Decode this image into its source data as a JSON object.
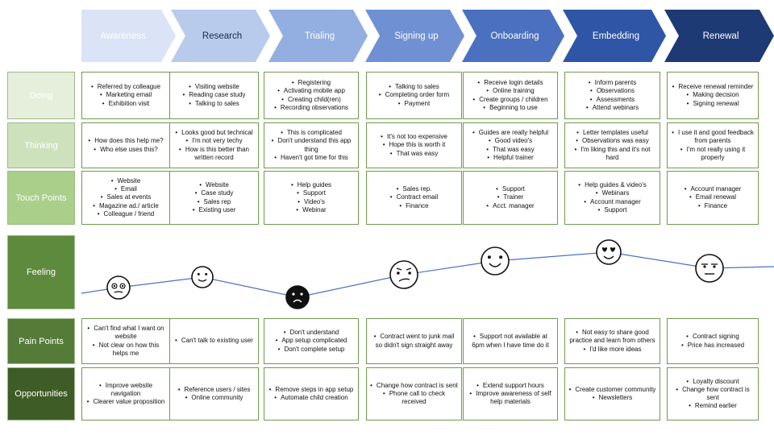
{
  "stages": [
    {
      "label": "Awareness",
      "fill": "#dbe4f6",
      "text_color": "#ffffff"
    },
    {
      "label": "Research",
      "fill": "#b8cbec",
      "text_color": "#1a2a4a"
    },
    {
      "label": "Trialing",
      "fill": "#93aee0",
      "text_color": "#ffffff"
    },
    {
      "label": "Signing up",
      "fill": "#6f91d3",
      "text_color": "#ffffff"
    },
    {
      "label": "Onboarding",
      "fill": "#4a70bf",
      "text_color": "#ffffff"
    },
    {
      "label": "Embedding",
      "fill": "#2f56a6",
      "text_color": "#ffffff"
    },
    {
      "label": "Renewal",
      "fill": "#1e3a75",
      "text_color": "#ffffff"
    }
  ],
  "rows": [
    {
      "label": "Doing",
      "fill": "#e5efdc",
      "text_color": "#ffffff"
    },
    {
      "label": "Thinking",
      "fill": "#cde2bc",
      "text_color": "#ffffff"
    },
    {
      "label": "Touch Points",
      "fill": "#a9cf8b",
      "text_color": "#ffffff"
    },
    {
      "label": "Feeling",
      "fill": "#5d8a3c",
      "text_color": "#ffffff"
    },
    {
      "label": "Pain Points",
      "fill": "#547c38",
      "text_color": "#ffffff"
    },
    {
      "label": "Opportunities",
      "fill": "#3d5c26",
      "text_color": "#ffffff"
    }
  ],
  "cells": {
    "doing": [
      [
        "Referred by colleague",
        "Marketing email",
        "Exhibition visit"
      ],
      [
        "Visiting website",
        "Reading case study",
        "Talking to sales"
      ],
      [
        "Registering",
        "Activating mobile app",
        "Creating child(ren)",
        "Recording observations"
      ],
      [
        "Talking to sales",
        "Completing order form",
        "Payment"
      ],
      [
        "Receive login details",
        "Online training",
        "Create groups / children",
        "Beginning to use"
      ],
      [
        "Inform parents",
        "Observations",
        "Assessments",
        "Attend webinars"
      ],
      [
        "Receive renewal reminder",
        "Making decision",
        "Signing renewal"
      ]
    ],
    "thinking": [
      [
        "How does this help me?",
        "Who else uses this?"
      ],
      [
        "Looks good but technical",
        "I'm not very techy",
        "How is this better than written record"
      ],
      [
        "This is complicated",
        "Don't understand this app thing",
        "Haven't got time for this"
      ],
      [
        "It's not too expensive",
        "Hope this is worth it",
        "That was easy"
      ],
      [
        "Guides are really helpful",
        "Good video's",
        "That was easy",
        "Helpful trainer"
      ],
      [
        "Letter templates useful",
        "Observations was easy",
        "I'm liking this and it's not hard"
      ],
      [
        "I use it and good feedback from parents",
        "I'm not really using it properly"
      ]
    ],
    "touch_points": [
      [
        "Website",
        "Email",
        "Sales at events",
        "Magazine ad./ article",
        "Colleague / friend"
      ],
      [
        "Website",
        "Case study",
        "Sales rep",
        "Existing user"
      ],
      [
        "Help guides",
        "Support",
        "Video's",
        "Webinar"
      ],
      [
        "Sales rep.",
        "Contract email",
        "Finance"
      ],
      [
        "Support",
        "Trainer",
        "Acct. manager"
      ],
      [
        "Help guides & video's",
        "Webinars",
        "Account manager",
        "Support"
      ],
      [
        "Account manager",
        "Email renewal",
        "Finance"
      ]
    ],
    "pain_points": [
      [
        "Can't find what I want on website",
        "Not clear on how this helps me"
      ],
      [
        "Can't talk to existing user"
      ],
      [
        "Don't understand",
        "App setup complicated",
        "Don't complete setup"
      ],
      [
        "Contract went to junk mail so didn't sign straight away"
      ],
      [
        "Support not available at 6pm when I have time do it"
      ],
      [
        "Not easy to share good practice and learn from others",
        "I'd like more ideas"
      ],
      [
        "Contract signing",
        "Price has increased"
      ]
    ],
    "opportunities": [
      [
        "Improve website navigation",
        "Clearer value proposition"
      ],
      [
        "Reference users / sites",
        "Online community"
      ],
      [
        "Remove steps in app setup",
        "Automate child creation"
      ],
      [
        "Change how contract is sent",
        "Phone call to check received"
      ],
      [
        "Extend support hours",
        "Improve awareness of self help materials"
      ],
      [
        "Create customer community",
        "Newsletters"
      ],
      [
        "Loyalty discount",
        "Change how contract is sent",
        "Remind earlier"
      ]
    ]
  },
  "feeling": {
    "faces": [
      "worried",
      "slight-smile",
      "sad",
      "uneasy",
      "smile",
      "love",
      "neutral"
    ],
    "line_color": "#4a72c4",
    "face_fill_sad": "#111111"
  }
}
